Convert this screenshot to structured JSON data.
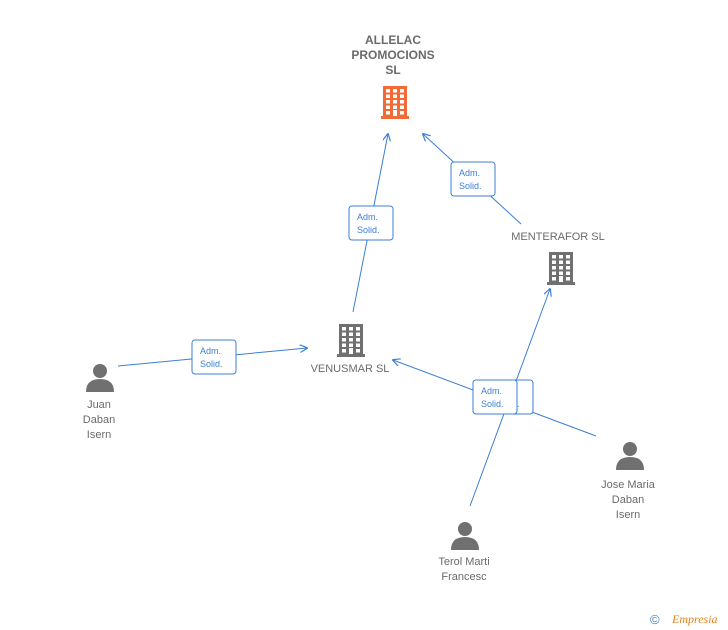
{
  "nodes": {
    "allelac": {
      "lines": [
        "ALLELAC",
        "PROMOCIONS",
        "SL"
      ],
      "type": "company",
      "color": "#f26a36"
    },
    "menterafor": {
      "lines": [
        "MENTERAFOR SL"
      ],
      "type": "company",
      "color": "#707070"
    },
    "venusmar": {
      "lines": [
        "VENUSMAR  SL"
      ],
      "type": "company",
      "color": "#707070"
    },
    "juan": {
      "lines": [
        "Juan",
        "Daban",
        "Isern"
      ],
      "type": "person",
      "color": "#707070"
    },
    "jose": {
      "lines": [
        "Jose Maria",
        "Daban",
        "Isern"
      ],
      "type": "person",
      "color": "#707070"
    },
    "terol": {
      "lines": [
        "Terol Marti",
        "Francesc"
      ],
      "type": "person",
      "color": "#707070"
    }
  },
  "edges": [
    {
      "from": "venusmar",
      "to": "allelac",
      "label": [
        "Adm.",
        "Solid."
      ]
    },
    {
      "from": "menterafor",
      "to": "allelac",
      "label": [
        "Adm.",
        "Solid."
      ]
    },
    {
      "from": "juan",
      "to": "venusmar",
      "label": [
        "Adm.",
        "Solid."
      ]
    },
    {
      "from": "jose",
      "to": "venusmar",
      "label": [
        "Adm.",
        "Solid."
      ]
    },
    {
      "from": "terol",
      "to": "menterafor",
      "label": [
        "Adm.",
        "Solid."
      ]
    }
  ],
  "colors": {
    "edge": "#3b7fd4",
    "accent": "#f26a36",
    "node": "#707070"
  },
  "brand": {
    "copyright": "©",
    "name": "Empresia"
  }
}
